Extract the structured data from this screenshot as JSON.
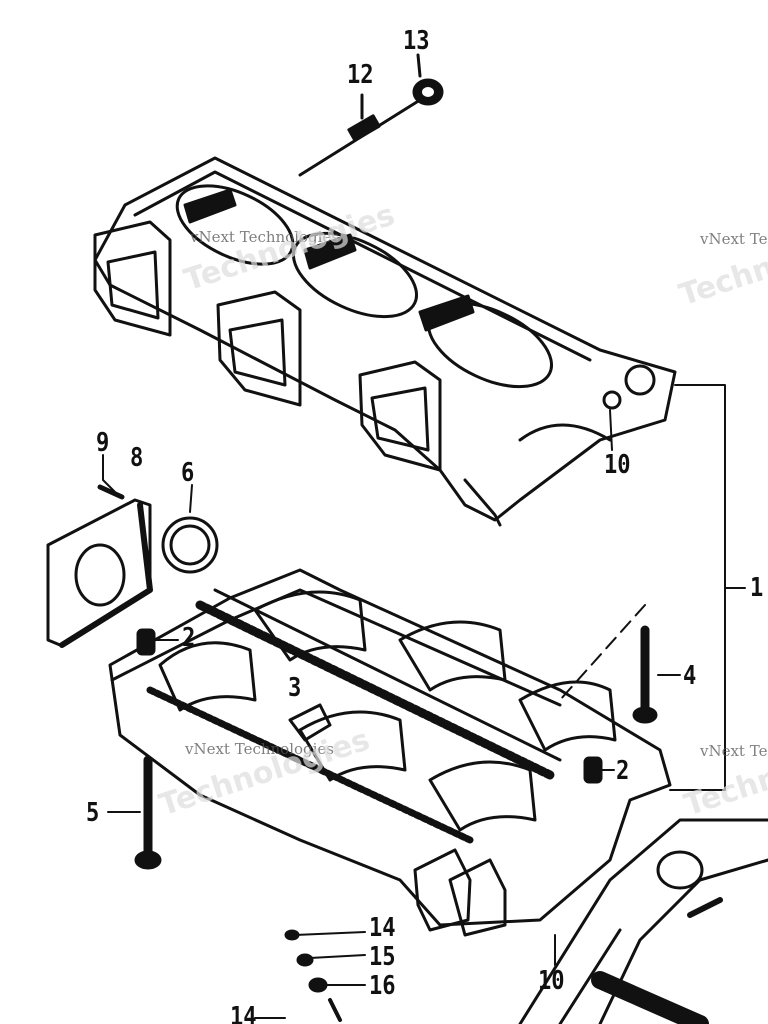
{
  "diagram": {
    "callouts": {
      "c1": "1",
      "c2a": "2",
      "c2b": "2",
      "c3": "3",
      "c4": "4",
      "c5": "5",
      "c6": "6",
      "c8": "8",
      "c9": "9",
      "c10a": "10",
      "c10b": "10",
      "c12": "12",
      "c13": "13",
      "c14a": "14",
      "c14b": "14",
      "c15": "15",
      "c16": "16"
    },
    "watermark": {
      "line1": "vNext Technologies",
      "line2": "Technologies",
      "partial1": "vNext Te",
      "partial2": "Techn"
    }
  },
  "colors": {
    "ink": "#111111",
    "paper": "#ffffff",
    "watermark": "#dddddd"
  }
}
